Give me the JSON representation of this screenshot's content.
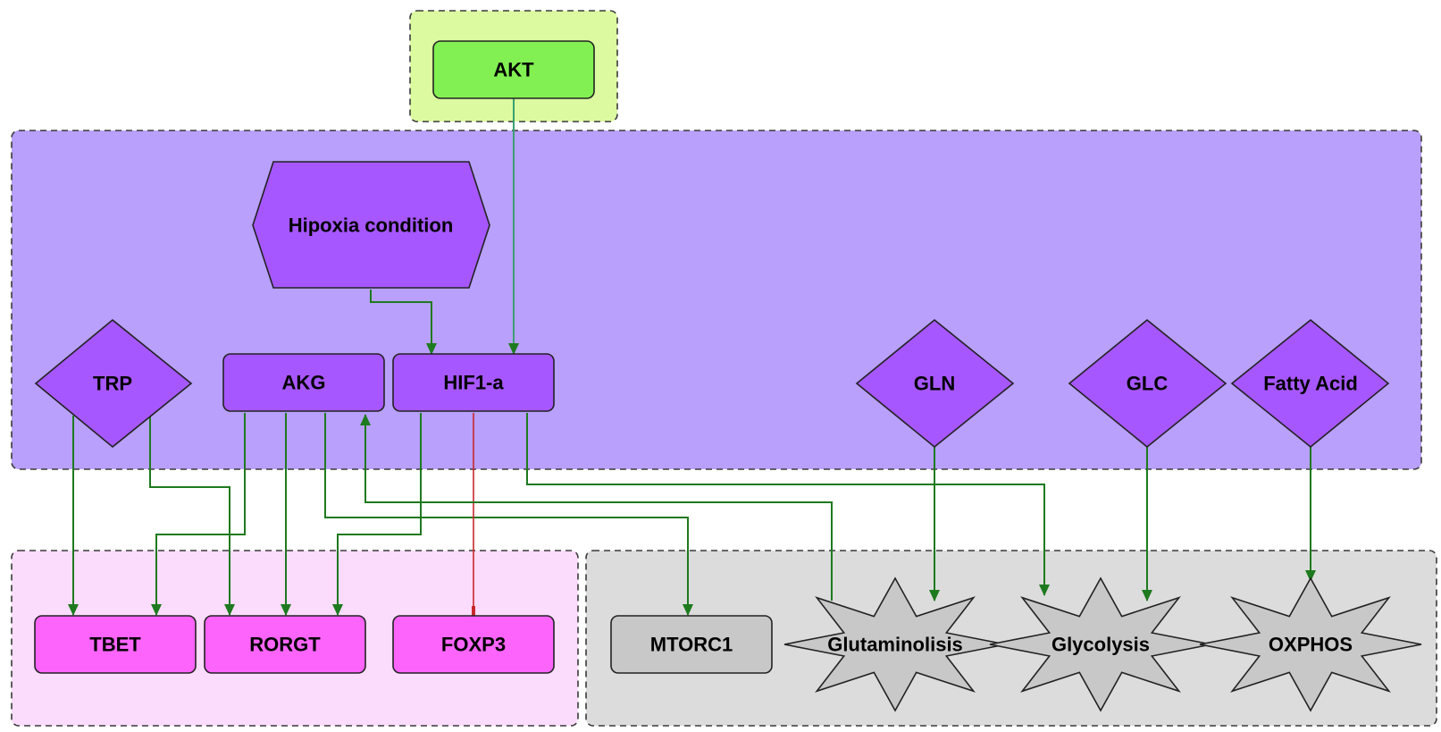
{
  "colors": {
    "akt_group": "#dcfba0",
    "main_group": "#b8a0fc",
    "tcell_group": "#fcdcfc",
    "metab_group": "#dcdcdc",
    "akt_node": "#82f052",
    "purple_node": "#a757ff",
    "pink_node": "#fc64fc",
    "gray_node": "#c8c8c8",
    "activation_edge": "#1e7a1e",
    "inhibition_edge": "#c8282d"
  },
  "nodes": {
    "akt": "AKT",
    "hypoxia": "Hipoxia condition",
    "trp": "TRP",
    "akg": "AKG",
    "hif1a": "HIF1-a",
    "gln": "GLN",
    "glc": "GLC",
    "fatty_acid": "Fatty Acid",
    "tbet": "TBET",
    "rorgt": "RORGT",
    "foxp3": "FOXP3",
    "mtorc1": "MTORC1",
    "glutaminolisis": "Glutaminolisis",
    "glycolysis": "Glycolysis",
    "oxphos": "OXPHOS"
  },
  "edges": [
    {
      "from": "AKT",
      "to": "HIF1-a",
      "type": "activation"
    },
    {
      "from": "Hipoxia condition",
      "to": "HIF1-a",
      "type": "activation"
    },
    {
      "from": "TRP",
      "to": "TBET",
      "type": "activation"
    },
    {
      "from": "TRP",
      "to": "RORGT",
      "type": "activation"
    },
    {
      "from": "AKG",
      "to": "TBET",
      "type": "activation"
    },
    {
      "from": "AKG",
      "to": "RORGT",
      "type": "activation"
    },
    {
      "from": "AKG",
      "to": "MTORC1",
      "type": "activation"
    },
    {
      "from": "HIF1-a",
      "to": "RORGT",
      "type": "activation"
    },
    {
      "from": "HIF1-a",
      "to": "FOXP3",
      "type": "inhibition"
    },
    {
      "from": "HIF1-a",
      "to": "Glycolysis",
      "type": "activation"
    },
    {
      "from": "Glutaminolisis",
      "to": "AKG",
      "type": "activation"
    },
    {
      "from": "GLN",
      "to": "Glutaminolisis",
      "type": "activation"
    },
    {
      "from": "GLC",
      "to": "Glycolysis",
      "type": "activation"
    },
    {
      "from": "Fatty Acid",
      "to": "OXPHOS",
      "type": "activation"
    }
  ]
}
